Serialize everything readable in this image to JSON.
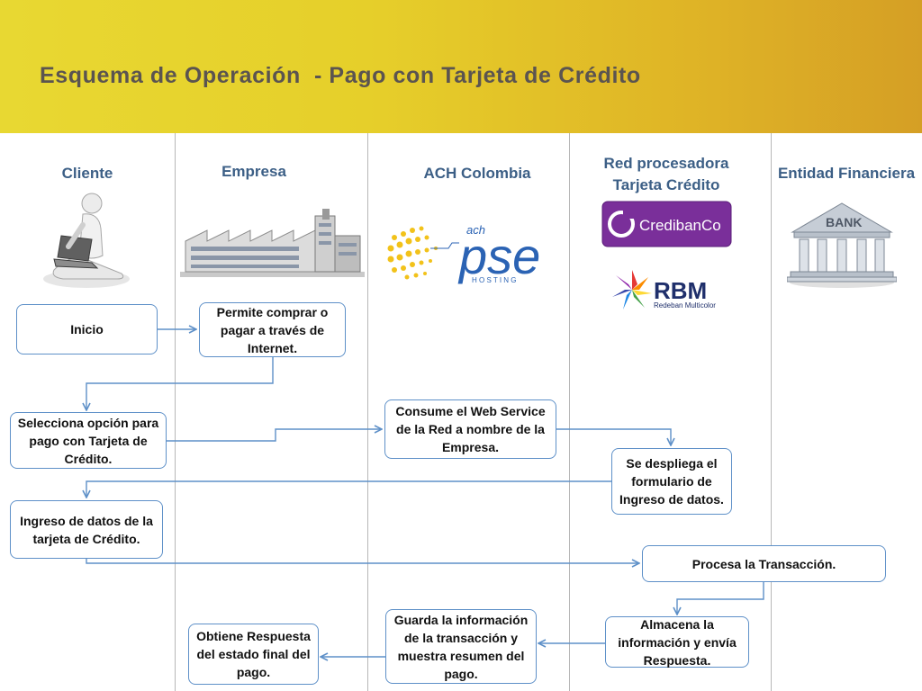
{
  "title": "Esquema de Operación  - Pago con Tarjeta de Crédito",
  "lanes": {
    "cliente": "Cliente",
    "empresa": "Empresa",
    "ach": "ACH Colombia",
    "red_line1": "Red procesadora",
    "red_line2": "Tarjeta Crédito",
    "entidad": "Entidad Financiera"
  },
  "logos": {
    "pse_ach": "ach",
    "pse": "pse",
    "pse_hosting": "H O S T I N G",
    "credibanco": "CredibanCo",
    "rbm": "RBM",
    "rbm_sub": "Redeban Multicolor",
    "bank": "BANK"
  },
  "steps": {
    "inicio": "Inicio",
    "permite": "Permite comprar o pagar a través de Internet.",
    "selecciona": "Selecciona opción para pago con Tarjeta de Crédito.",
    "consume": "Consume el  Web Service de la Red a nombre de la Empresa.",
    "despliega": "Se despliega el formulario de Ingreso de datos.",
    "ingreso": "Ingreso de datos de la tarjeta de Crédito.",
    "procesa": "Procesa la Transacción.",
    "almacena": "Almacena la información y envía Respuesta.",
    "guarda": "Guarda la información de la transacción y muestra resumen del pago.",
    "obtiene": "Obtiene Respuesta del estado final del pago."
  },
  "colors": {
    "box_border": "#5e90c8",
    "connector": "#5e90c8",
    "lane_heading": "#3c5f86",
    "credibanco_purple": "#7a2f9a",
    "pse_yellow": "#f2c21a",
    "pse_blue": "#2b63b4"
  }
}
